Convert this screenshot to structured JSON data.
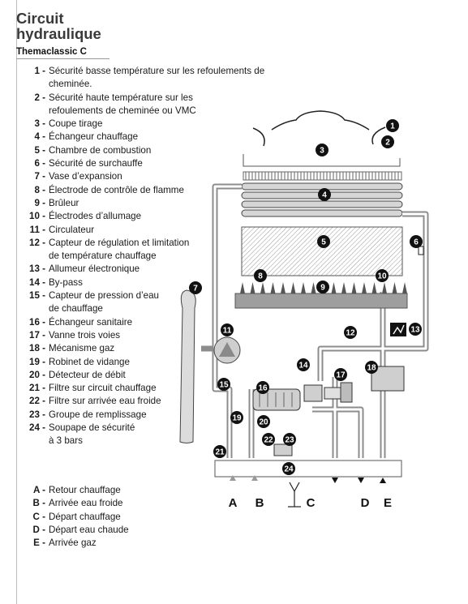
{
  "header": {
    "title_line1": "Circuit",
    "title_line2": "hydraulique",
    "model": "Themaclassic C"
  },
  "components": [
    {
      "num": "1 -",
      "label": "Sécurité basse température sur les refoulements de",
      "cont": "cheminée."
    },
    {
      "num": "2 -",
      "label": "Sécurité haute température sur les",
      "cont": "refoulements de cheminée ou VMC"
    },
    {
      "num": "3 -",
      "label": "Coupe tirage"
    },
    {
      "num": "4 -",
      "label": "Échangeur chauffage"
    },
    {
      "num": "5 -",
      "label": "Chambre de combustion"
    },
    {
      "num": "6 -",
      "label": "Sécurité de surchauffe"
    },
    {
      "num": "7 -",
      "label": "Vase d’expansion"
    },
    {
      "num": "8 -",
      "label": "Électrode de contrôle de flamme"
    },
    {
      "num": "9 -",
      "label": "Brûleur"
    },
    {
      "num": "10 -",
      "label": "Électrodes d’allumage"
    },
    {
      "num": "11 -",
      "label": "Circulateur"
    },
    {
      "num": "12 -",
      "label": "Capteur de régulation et limitation",
      "cont": "de température chauffage"
    },
    {
      "num": "13 -",
      "label": "Allumeur électronique"
    },
    {
      "num": "14 -",
      "label": "By-pass"
    },
    {
      "num": "15 -",
      "label": "Capteur de pression d’eau",
      "cont": "de chauffage"
    },
    {
      "num": "16 -",
      "label": "Échangeur sanitaire"
    },
    {
      "num": "17 -",
      "label": "Vanne trois voies"
    },
    {
      "num": "18 -",
      "label": "Mécanisme gaz"
    },
    {
      "num": "19 -",
      "label": "Robinet de vidange"
    },
    {
      "num": "20 -",
      "label": "Détecteur de débit"
    },
    {
      "num": "21 -",
      "label": "Filtre sur circuit chauffage"
    },
    {
      "num": "22 -",
      "label": "Filtre sur arrivée eau froide"
    },
    {
      "num": "23 -",
      "label": "Groupe de remplissage"
    },
    {
      "num": "24 -",
      "label": "Soupape de sécurité",
      "cont": "à 3 bars"
    }
  ],
  "connections": [
    {
      "letter": "A -",
      "label": "Retour chauffage"
    },
    {
      "letter": "B -",
      "label": "Arrivée eau froide"
    },
    {
      "letter": "C -",
      "label": "Départ chauffage"
    },
    {
      "letter": "D -",
      "label": "Départ eau chaude"
    },
    {
      "letter": "E -",
      "label": "Arrivée gaz"
    }
  ],
  "diagram": {
    "markers": [
      "1",
      "2",
      "3",
      "4",
      "5",
      "6",
      "7",
      "8",
      "9",
      "10",
      "11",
      "12",
      "13",
      "14",
      "15",
      "16",
      "17",
      "18",
      "19",
      "20",
      "21",
      "22",
      "23",
      "24"
    ],
    "connection_letters": [
      "A",
      "B",
      "C",
      "D",
      "E"
    ],
    "icons": [
      "flue-hood-icon",
      "heat-exchanger-icon",
      "combustion-chamber-icon",
      "burner-icon",
      "expansion-vessel-icon",
      "pump-icon",
      "three-way-valve-icon",
      "gas-valve-icon",
      "igniter-icon",
      "plate-exchanger-icon",
      "safety-valve-icon"
    ]
  }
}
